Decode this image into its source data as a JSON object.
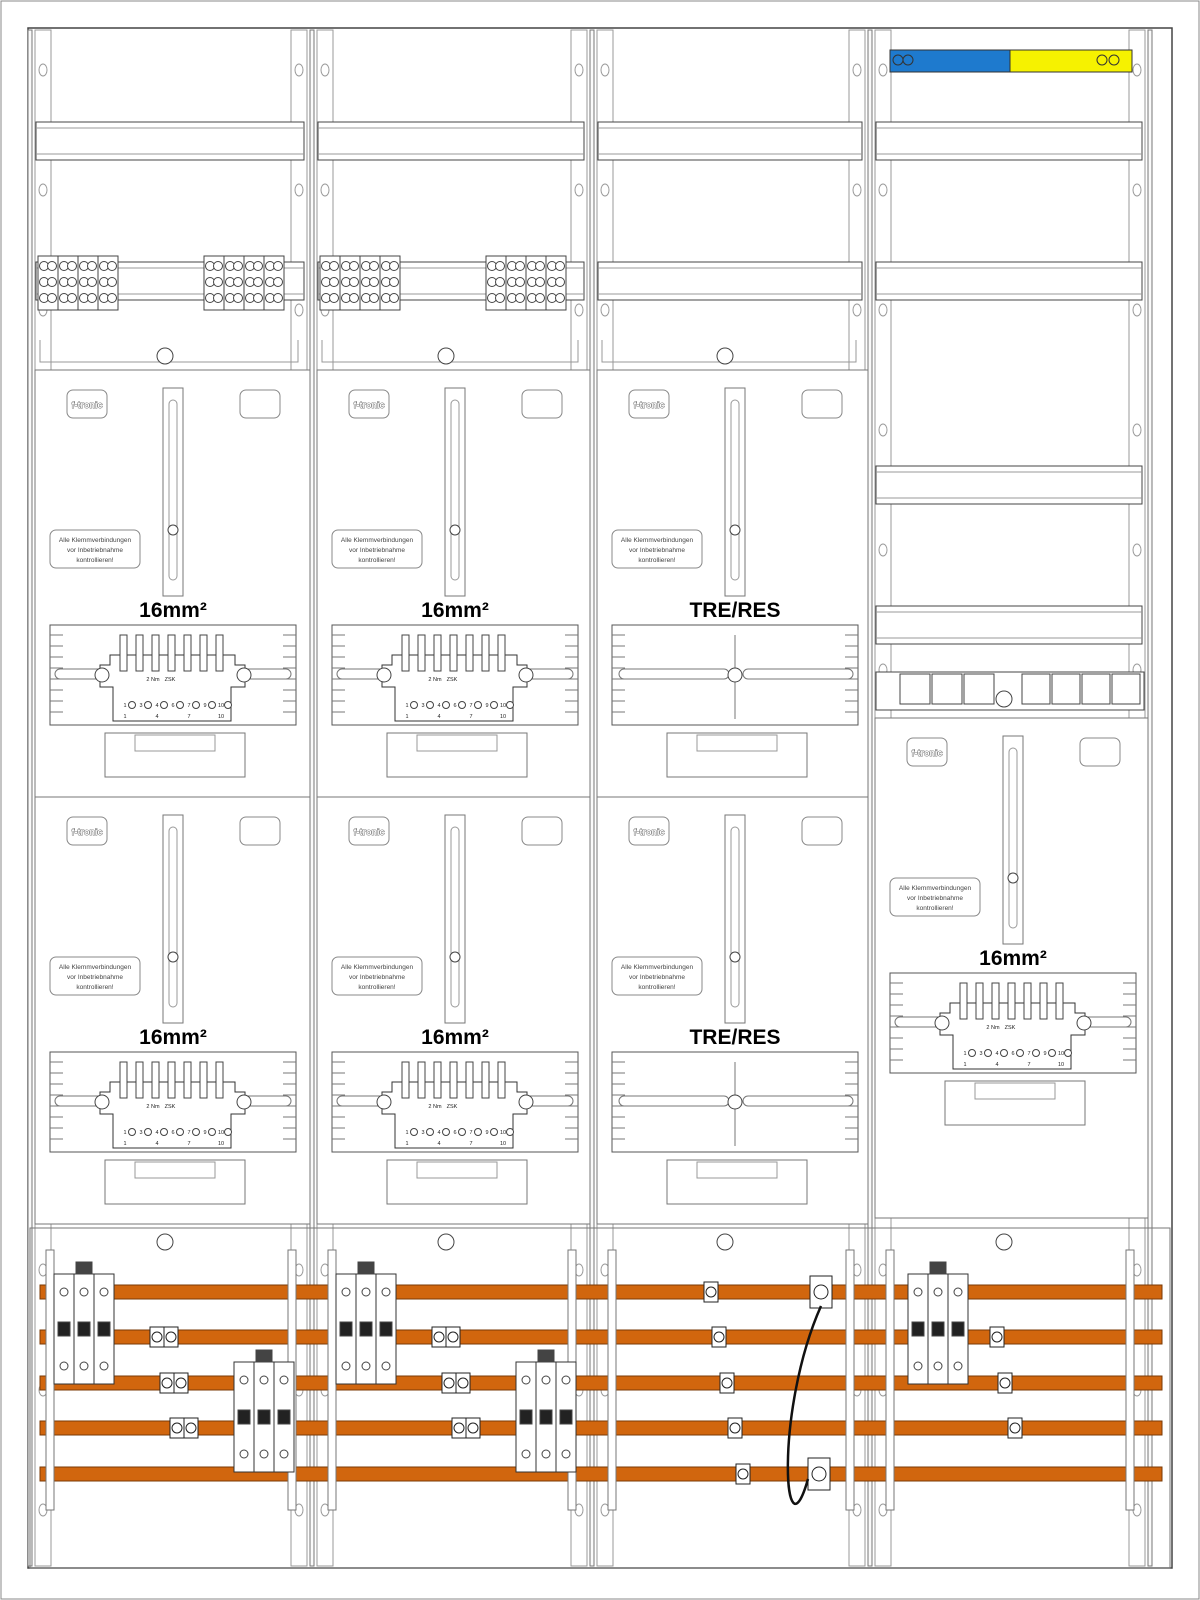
{
  "colors": {
    "busbar": "#D1660E",
    "pe_bar": "#1E7ACE",
    "n_bar": "#F6F200",
    "line": "#444444",
    "panel": "#FFFFFF"
  },
  "brand_text": "f-tronic",
  "warning_text": [
    "Alle Klemmverbindungen",
    "vor Inbetriebnahme",
    "kontrollieren!"
  ],
  "terminal_block": {
    "torque_label": "2 Nm",
    "type_label": "ZSK",
    "top_numbers": [
      "1",
      "3",
      "4",
      "6",
      "7",
      "9",
      "10"
    ],
    "bottom_numbers": [
      "1",
      "4",
      "7",
      "10"
    ]
  },
  "columns": [
    {
      "id": "col-1",
      "top_section": "terminal-strips",
      "meter_panels": [
        {
          "label": "16mm²",
          "type": "meter"
        },
        {
          "label": "16mm²",
          "type": "meter"
        }
      ],
      "busbar_equipment": "two-breakers"
    },
    {
      "id": "col-2",
      "top_section": "terminal-strips",
      "meter_panels": [
        {
          "label": "16mm²",
          "type": "meter"
        },
        {
          "label": "16mm²",
          "type": "meter"
        }
      ],
      "busbar_equipment": "two-breakers"
    },
    {
      "id": "col-3",
      "top_section": "empty",
      "meter_panels": [
        {
          "label": "TRE/RES",
          "type": "blank"
        },
        {
          "label": "TRE/RES",
          "type": "blank"
        }
      ],
      "busbar_equipment": "clamps-cable"
    },
    {
      "id": "col-4",
      "top_section": "distribution-rails",
      "meter_panels": [
        {
          "label": "16mm²",
          "type": "meter"
        }
      ],
      "busbar_equipment": "one-breaker"
    }
  ]
}
